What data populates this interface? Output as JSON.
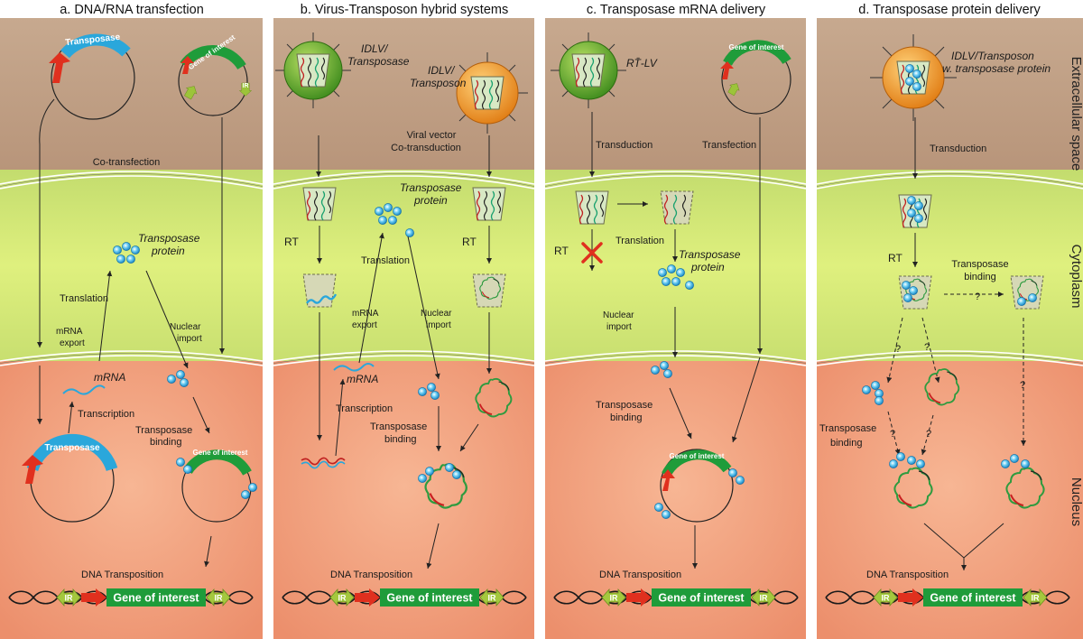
{
  "figure": {
    "regions": [
      "Extracellular space",
      "Cytoplasm",
      "Nucleus"
    ],
    "ir": "IR",
    "gene": "Gene of interest",
    "transposase": "Transposase",
    "question": "?",
    "panels": [
      {
        "title": "a. DNA/RNA transfection",
        "co_transfection": "Co-transfection",
        "transposase_protein_1": "Transposase",
        "transposase_protein_2": "protein",
        "translation": "Translation",
        "mrna_export_1": "mRNA",
        "mrna_export_2": "export",
        "nuclear_import_1": "Nuclear",
        "nuclear_import_2": "import",
        "mrna": "mRNA",
        "transcription": "Transcription",
        "binding_1": "Transposase",
        "binding_2": "binding",
        "dna_transposition": "DNA Transposition"
      },
      {
        "title": "b. Virus-Transposon hybrid systems",
        "idlv_t_1": "IDLV/",
        "idlv_t_2": "Transposase",
        "idlv_tn_1": "IDLV/",
        "idlv_tn_2": "Transposon",
        "viral_1": "Viral vector",
        "viral_2": "Co-transduction",
        "transposase_protein_1": "Transposase",
        "transposase_protein_2": "protein",
        "rt": "RT",
        "translation": "Translation",
        "mrna_export_1": "mRNA",
        "mrna_export_2": "export",
        "nuclear_import_1": "Nuclear",
        "nuclear_import_2": "import",
        "mrna": "mRNA",
        "transcription": "Transcription",
        "binding_1": "Transposase",
        "binding_2": "binding",
        "dna_transposition": "DNA Transposition"
      },
      {
        "title": "c. Transposase mRNA delivery",
        "rt_lv": "RT̄-LV",
        "transduction": "Transduction",
        "transfection": "Transfection",
        "rt": "RT",
        "translation": "Translation",
        "transposase_protein_1": "Transposase",
        "transposase_protein_2": "protein",
        "nuclear_import_1": "Nuclear",
        "nuclear_import_2": "import",
        "binding_1": "Transposase",
        "binding_2": "binding",
        "dna_transposition": "DNA Transposition"
      },
      {
        "title": "d. Transposase protein delivery",
        "idlv_1": "IDLV/Transposon",
        "idlv_2": "w. transposase protein",
        "transduction": "Transduction",
        "rt": "RT",
        "binding_1": "Transposase",
        "binding_2": "binding",
        "binding_n_1": "Transposase",
        "binding_n_2": "binding",
        "dna_transposition": "DNA Transposition"
      }
    ]
  }
}
